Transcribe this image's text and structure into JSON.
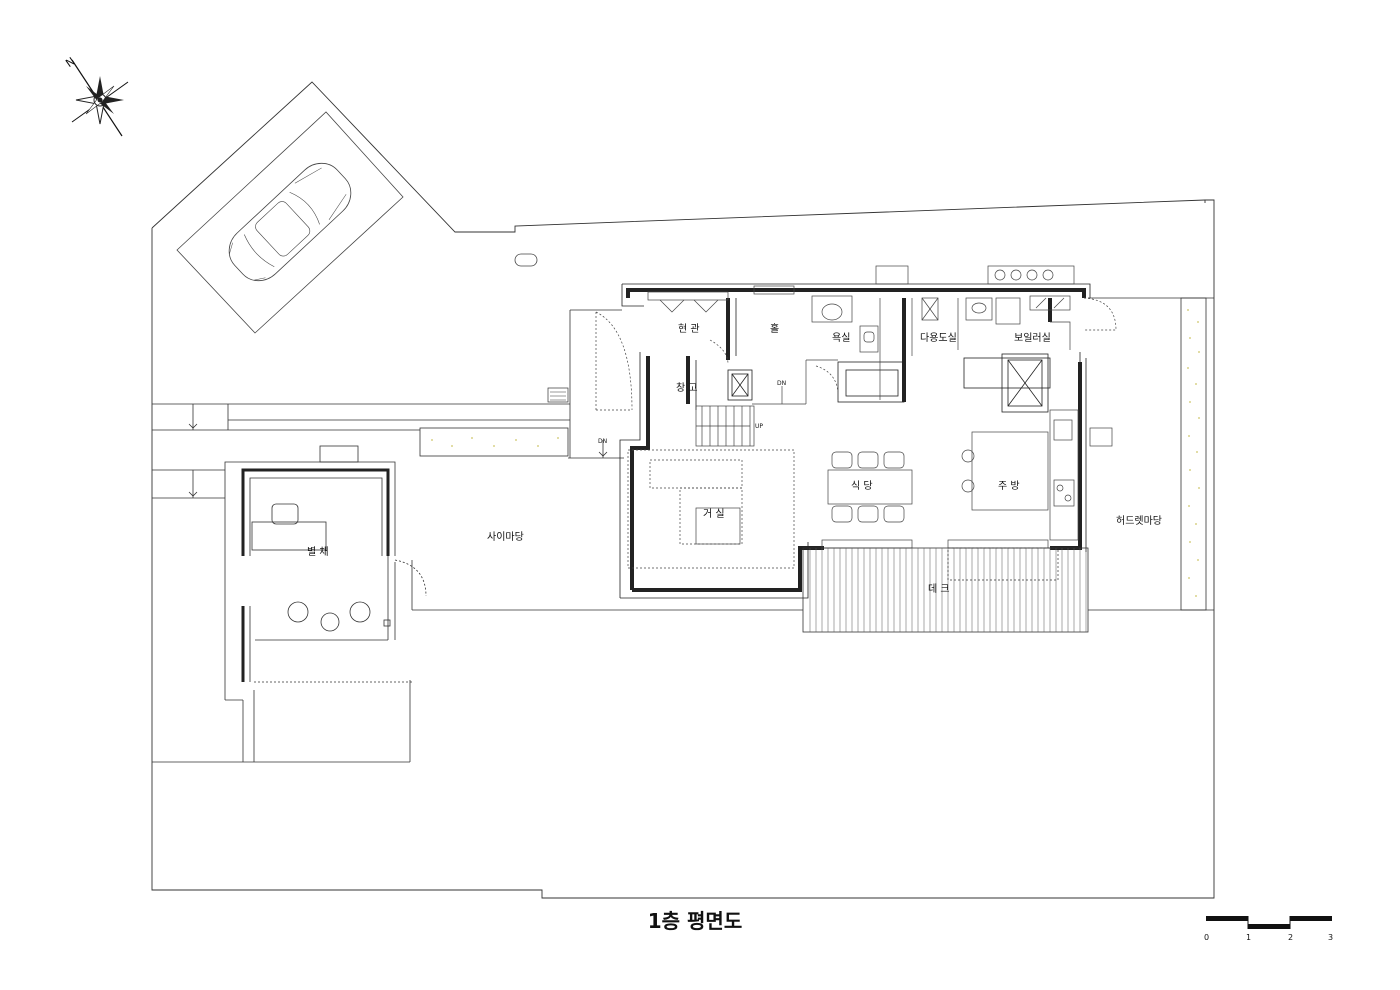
{
  "title": "1층 평면도",
  "compass": {
    "north_label": "N"
  },
  "rooms": {
    "entrance": "현 관",
    "hall": "홀",
    "bath": "욕실",
    "utility": "다용도실",
    "boiler": "보일러실",
    "storage": "창 고",
    "living": "거 실",
    "dining": "식 당",
    "kitchen": "주 방",
    "deck": "데 크",
    "annex": "별 채",
    "side_yard": "사이마당",
    "herb_yard": "허드렛마당"
  },
  "markers": {
    "dn": "DN",
    "up": "UP"
  },
  "scale": {
    "ticks": [
      "0",
      "1",
      "2",
      "3"
    ]
  }
}
